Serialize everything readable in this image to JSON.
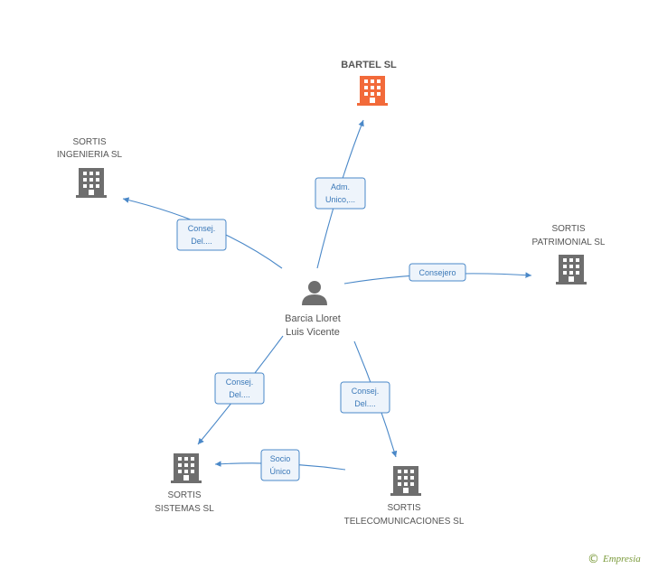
{
  "center": {
    "name_line1": "Barcia Lloret",
    "name_line2": "Luis Vicente",
    "icon": "person-icon"
  },
  "companies": [
    {
      "id": "bartel",
      "lines": [
        "BARTEL SL"
      ],
      "highlight": true,
      "icon": "building-icon",
      "color": "#f26a3a"
    },
    {
      "id": "ingenieria",
      "lines": [
        "SORTIS",
        "INGENIERIA SL"
      ],
      "highlight": false,
      "icon": "building-icon",
      "color": "#6e6e6e"
    },
    {
      "id": "patrimonial",
      "lines": [
        "SORTIS",
        "PATRIMONIAL SL"
      ],
      "highlight": false,
      "icon": "building-icon",
      "color": "#6e6e6e"
    },
    {
      "id": "sistemas",
      "lines": [
        "SORTIS",
        "SISTEMAS SL"
      ],
      "highlight": false,
      "icon": "building-icon",
      "color": "#6e6e6e"
    },
    {
      "id": "telecom",
      "lines": [
        "SORTIS",
        "TELECOMUNICACIONES SL"
      ],
      "highlight": false,
      "icon": "building-icon",
      "color": "#6e6e6e"
    }
  ],
  "edges": [
    {
      "id": "e-bartel",
      "to": "bartel",
      "lines": [
        "Adm.",
        "Unico,..."
      ]
    },
    {
      "id": "e-ingenieria",
      "to": "ingenieria",
      "lines": [
        "Consej.",
        "Del...."
      ]
    },
    {
      "id": "e-patrimonial",
      "to": "patrimonial",
      "lines": [
        "Consejero"
      ]
    },
    {
      "id": "e-sistemas",
      "to": "sistemas",
      "lines": [
        "Consej.",
        "Del...."
      ]
    },
    {
      "id": "e-telecom",
      "to": "telecom",
      "lines": [
        "Consej.",
        "Del...."
      ]
    },
    {
      "id": "e-socio",
      "from": "telecom",
      "to": "sistemas",
      "lines": [
        "Socio",
        "Único"
      ]
    }
  ],
  "footer": {
    "copyright_symbol": "©",
    "brand": "Empresia"
  },
  "colors": {
    "edge": "#4a88c8",
    "edge_fill": "#eef4fb",
    "accent": "#f26a3a",
    "building": "#6e6e6e",
    "person": "#6e6e6e"
  }
}
